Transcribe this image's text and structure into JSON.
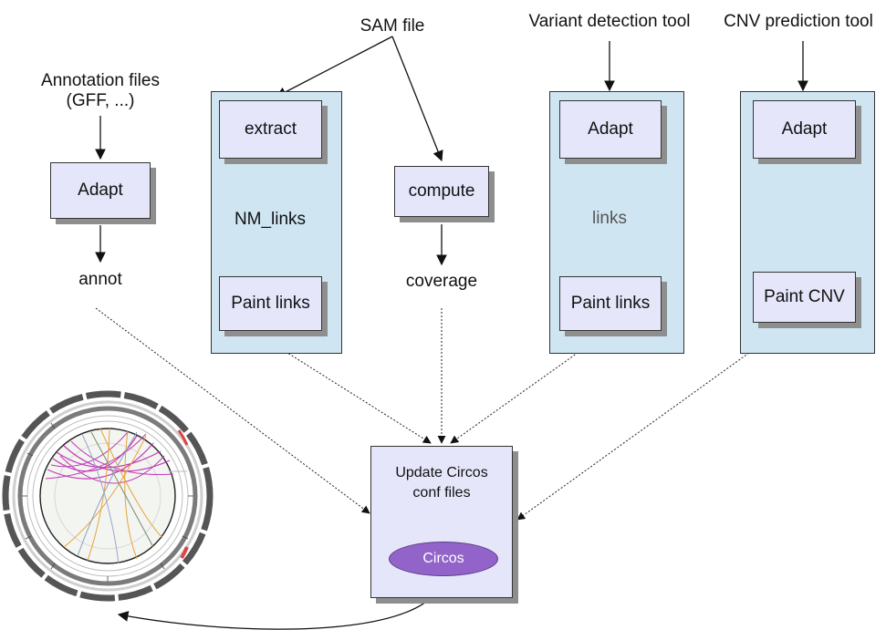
{
  "sources": {
    "annotation_files": [
      "Annotation files",
      "(GFF, ...)"
    ],
    "sam_file": "SAM file",
    "variant_tool": "Variant detection tool",
    "cnv_tool": "CNV prediction tool"
  },
  "annotation_branch": {
    "adapt": "Adapt",
    "output": "annot"
  },
  "sam_panel": {
    "extract": "extract",
    "nm_links": "NM_links",
    "paint_links": "Paint links"
  },
  "coverage_branch": {
    "compute": "compute",
    "output": "coverage"
  },
  "variant_panel": {
    "adapt": "Adapt",
    "links": "links",
    "paint_links": "Paint links"
  },
  "cnv_panel": {
    "adapt": "Adapt",
    "paint_cnv": "Paint CNV"
  },
  "update": {
    "line1": "Update Circos",
    "line2": "conf files",
    "circos": "Circos"
  },
  "colors": {
    "panel_fill": "#cfe6f2",
    "box_fill": "#e6e6fb",
    "shadow": "#8e8e8e",
    "circos_fill": "#9264c9",
    "link_magenta": "#c23bb8",
    "link_orange": "#e8a23c"
  }
}
